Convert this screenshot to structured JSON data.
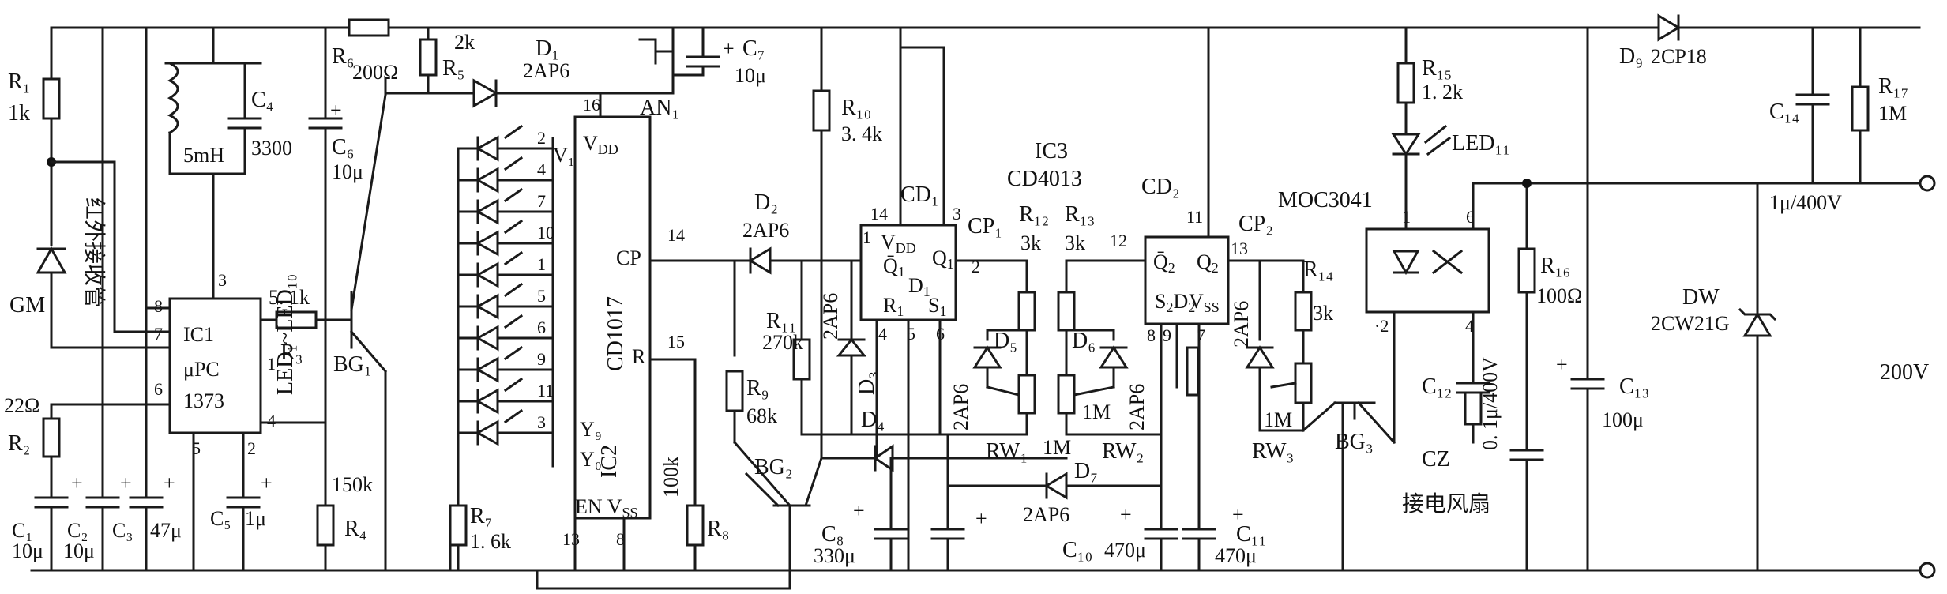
{
  "labels": {
    "r1": "R₁",
    "r1v": "1k",
    "gm": "GM",
    "ir": "红外接收管",
    "r2v": "22Ω",
    "r2": "R₂",
    "c1": "C₁",
    "c1v": "10μ",
    "c2": "C₂",
    "c2v": "10μ",
    "c3": "C₃",
    "c3v": "47μ",
    "l1v": "5mH",
    "c4": "C₄",
    "c4v": "3300",
    "ic1a": "IC1",
    "ic1b": "μPC",
    "ic1c": "1373",
    "p3": "3",
    "p8": "8",
    "p7": "7",
    "p6": "6",
    "p1": "1",
    "p4": "4",
    "p5": "5",
    "p2": "2",
    "c5": "C₅",
    "c5v": "1μ",
    "r3v": "5. 1k",
    "r3": "R₃",
    "r6": "R₆",
    "r6v": "200Ω",
    "c6": "C₆",
    "c6v": "10μ",
    "bg1": "BG₁",
    "r4v": "150k",
    "r4": "R₄",
    "r5v": "2k",
    "r5": "R₅",
    "d1": "D₁",
    "d1v": "2AP6",
    "led": "LED₁~LED₁₀",
    "r7": "R₇",
    "r7v": "1. 6k",
    "ic2": "IC2",
    "cd1017": "CD1017",
    "vdd": "V_DD",
    "v1": "V₁",
    "y9": "Y₉",
    "y0": "Y₀",
    "env": "EN V_SS",
    "q16": "16",
    "q14": "14",
    "q15": "15",
    "q13": "13",
    "q8": "8",
    "cp": "CP",
    "r": "R",
    "an1": "AN₁",
    "c7": "C₇",
    "c7v": "10μ",
    "ln2": "2",
    "ln4": "4",
    "ln7": "7",
    "ln10": "10",
    "ln1": "1",
    "ln5": "5",
    "ln6": "6",
    "ln9": "9",
    "ln11": "11",
    "ln3": "3",
    "d2": "D₂",
    "d2v": "2AP6",
    "r10": "R₁₀",
    "r10v": "3. 4k",
    "r11": "R₁₁",
    "r11v": "270k",
    "r9": "R₉",
    "r9v": "68k",
    "v100k": "100k",
    "r8": "R₈",
    "bg2": "BG₂",
    "c8": "C₈",
    "c8v": "330μ",
    "d3v": "2AP6",
    "d3": "D₃",
    "d4": "D₄",
    "cd1": "CD₁",
    "ic3": "IC3",
    "cd4013": "CD4013",
    "cp1": "CP₁",
    "r12": "R₁₂",
    "r12v": "3k",
    "d5": "D₅",
    "d5v": "2AP6",
    "rw1": "RW₁",
    "rw1v": "1M",
    "d7": "D₇",
    "d7v": "2AP6",
    "r13": "R₁₃",
    "r13v": "3k",
    "d6": "D₆",
    "v1m": "1M",
    "d6v": "2AP6",
    "rw2": "RW₂",
    "c10": "C₁₀",
    "c10v": "470μ",
    "c11": "C₁₁",
    "c11v": "470μ",
    "cd2": "CD₂",
    "cp2": "CP₂",
    "r14": "R₁₄",
    "r14v": "3k",
    "d8v": "2AP6",
    "rw3": "RW₃",
    "rw3v": "1M",
    "bg3": "BG₃",
    "moc": "MOC3041",
    "r15": "R₁₅",
    "r15v": "1. 2k",
    "led11": "LED₁₁",
    "r16": "R₁₆",
    "r16v": "100Ω",
    "c12": "C₁₂",
    "c12v": "0. 1μ/400V",
    "cz": "CZ",
    "fan": "接电风扇",
    "c13": "C₁₃",
    "c13v": "100μ",
    "d9": "D₉",
    "d9v": "2CP18",
    "c14": "C₁₄",
    "c14v": "1μ/400V",
    "r17": "R₁₇",
    "r17v": "1M",
    "dw": "DW",
    "dwv": "2CW21G",
    "v200": "200V"
  }
}
